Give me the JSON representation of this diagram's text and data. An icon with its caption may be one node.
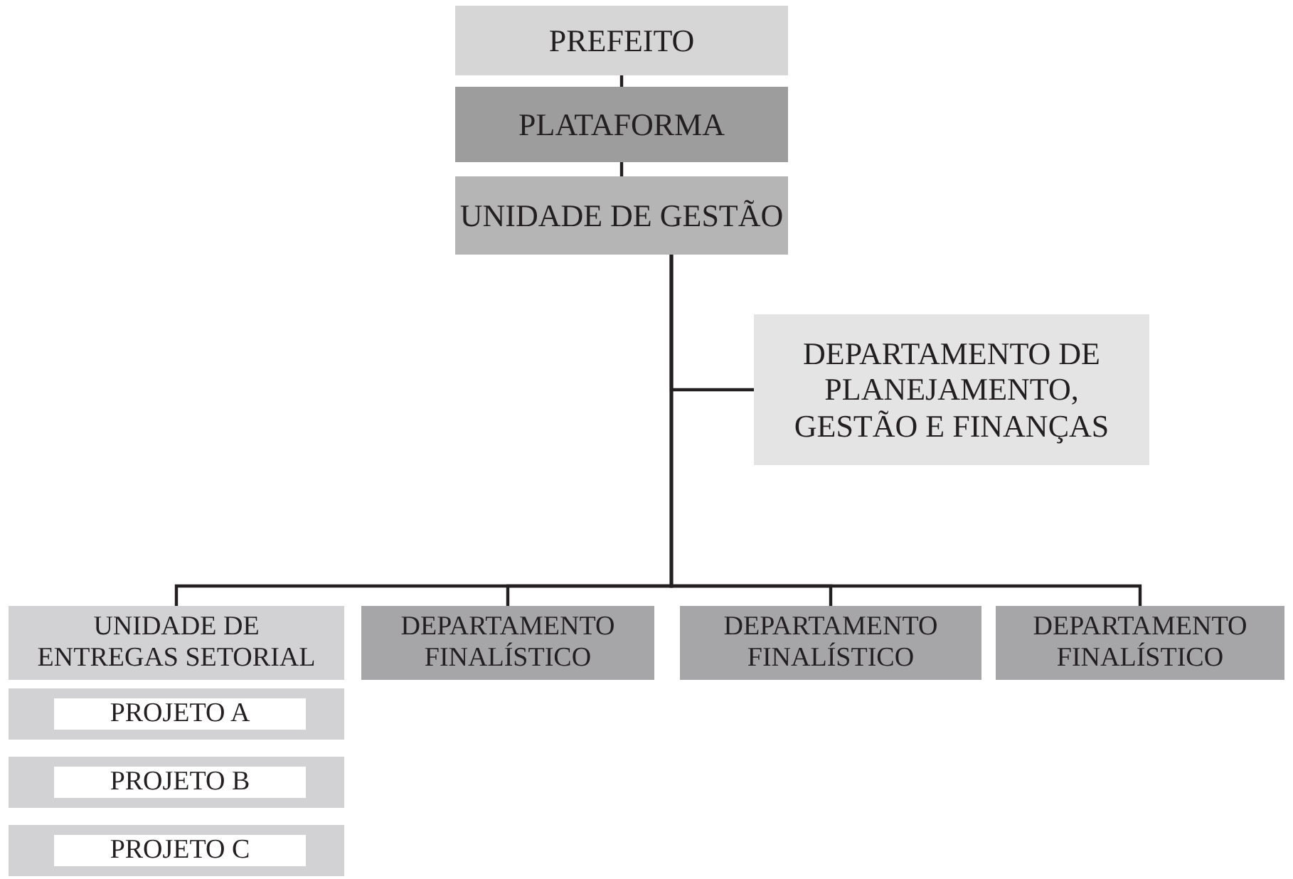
{
  "diagram": {
    "nodes": [
      {
        "text": [
          "PREFEITO"
        ]
      },
      {
        "text": [
          "PLATAFORMA"
        ]
      },
      {
        "text": [
          "UNIDADE DE GESTÃO"
        ]
      },
      {
        "text": [
          "DEPARTAMENTO DE PLANEJAMENTO, GESTÃO E FINANÇAS"
        ]
      },
      {
        "text": [
          "UNIDADE DE ENTREGAS SETORIAL"
        ]
      },
      {
        "text": [
          "DEPARTAMENTO FINALÍSTICO"
        ]
      },
      {
        "text": [
          "DEPARTAMENTO FINALÍSTICO"
        ]
      },
      {
        "text": [
          "DEPARTAMENTO FINALÍSTICO"
        ]
      },
      {
        "text": [],
        "shape": "box"
      },
      {
        "text": [
          "PROJETO A"
        ],
        "in": 8
      },
      {
        "text": [],
        "shape": "box"
      },
      {
        "text": [
          "PROJETO B"
        ],
        "in": 10
      },
      {
        "text": [],
        "shape": "box"
      },
      {
        "text": [
          "PROJETO C"
        ],
        "in": 12
      }
    ],
    "edges": [
      {
        "from": 0,
        "to": 1,
        "arrow": "none"
      },
      {
        "from": 1,
        "to": 2,
        "arrow": "none"
      },
      {
        "from": 2,
        "to": 3,
        "arrow": "none"
      },
      {
        "from": 2,
        "to": 4,
        "arrow": "none"
      },
      {
        "from": 2,
        "to": 5,
        "arrow": "none"
      },
      {
        "from": 2,
        "to": 6,
        "arrow": "none"
      },
      {
        "from": 2,
        "to": 7,
        "arrow": "none"
      }
    ]
  }
}
